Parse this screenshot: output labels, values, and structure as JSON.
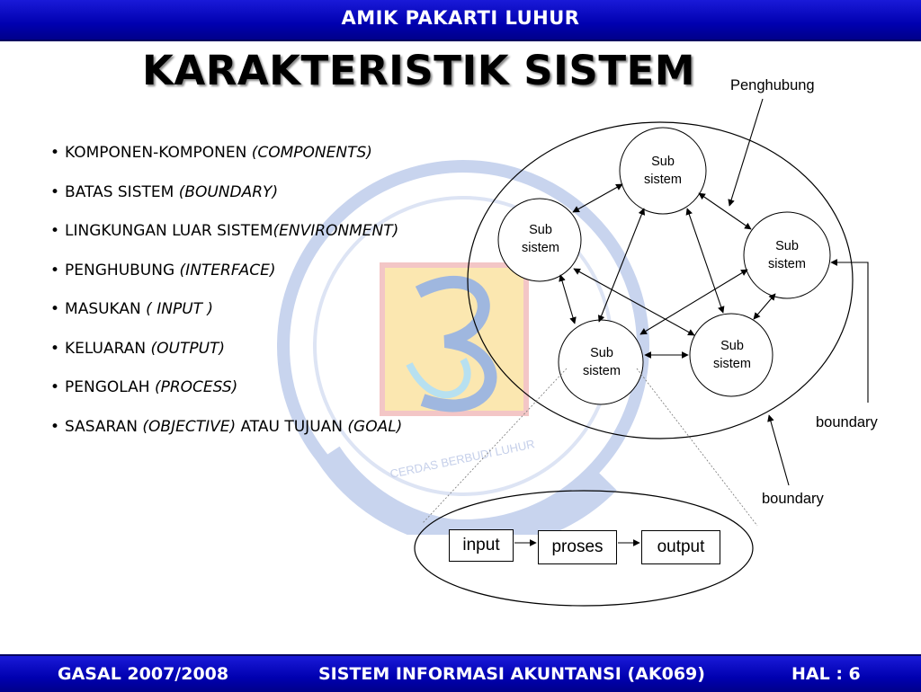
{
  "header": {
    "institution": "AMIK PAKARTI LUHUR"
  },
  "slide": {
    "title": "KARAKTERISTIK SISTEM",
    "bullets": [
      {
        "text": "KOMPONEN-KOMPONEN ",
        "italic": "(COMPONENTS)"
      },
      {
        "text": "BATAS SISTEM ",
        "italic": "(BOUNDARY)"
      },
      {
        "text": "LINGKUNGAN LUAR SISTEM",
        "italic": "(ENVIRONMENT)"
      },
      {
        "text": "PENGHUBUNG ",
        "italic": "(INTERFACE)"
      },
      {
        "text": "MASUKAN ",
        "italic": "( INPUT )"
      },
      {
        "text": "KELUARAN ",
        "italic": "(OUTPUT)"
      },
      {
        "text": "PENGOLAH ",
        "italic": "(PROCESS)"
      },
      {
        "text": "SASARAN ",
        "italic": "(OBJECTIVE)",
        "text2": " ATAU TUJUAN ",
        "italic2": "(GOAL)"
      }
    ]
  },
  "diagram": {
    "subsystem_line1": "Sub",
    "subsystem_line2": "sistem",
    "label_interface": "Penghubung",
    "label_boundary_1": "boundary",
    "label_boundary_2": "boundary",
    "process_flow": {
      "input": "input",
      "process": "proses",
      "output": "output"
    },
    "watermark_text": "CERDAS BERBUDI LUHUR"
  },
  "footer": {
    "semester": "GASAL 2007/2008",
    "course": "SISTEM INFORMASI AKUNTANSI (AK069)",
    "page": "HAL : 6"
  }
}
